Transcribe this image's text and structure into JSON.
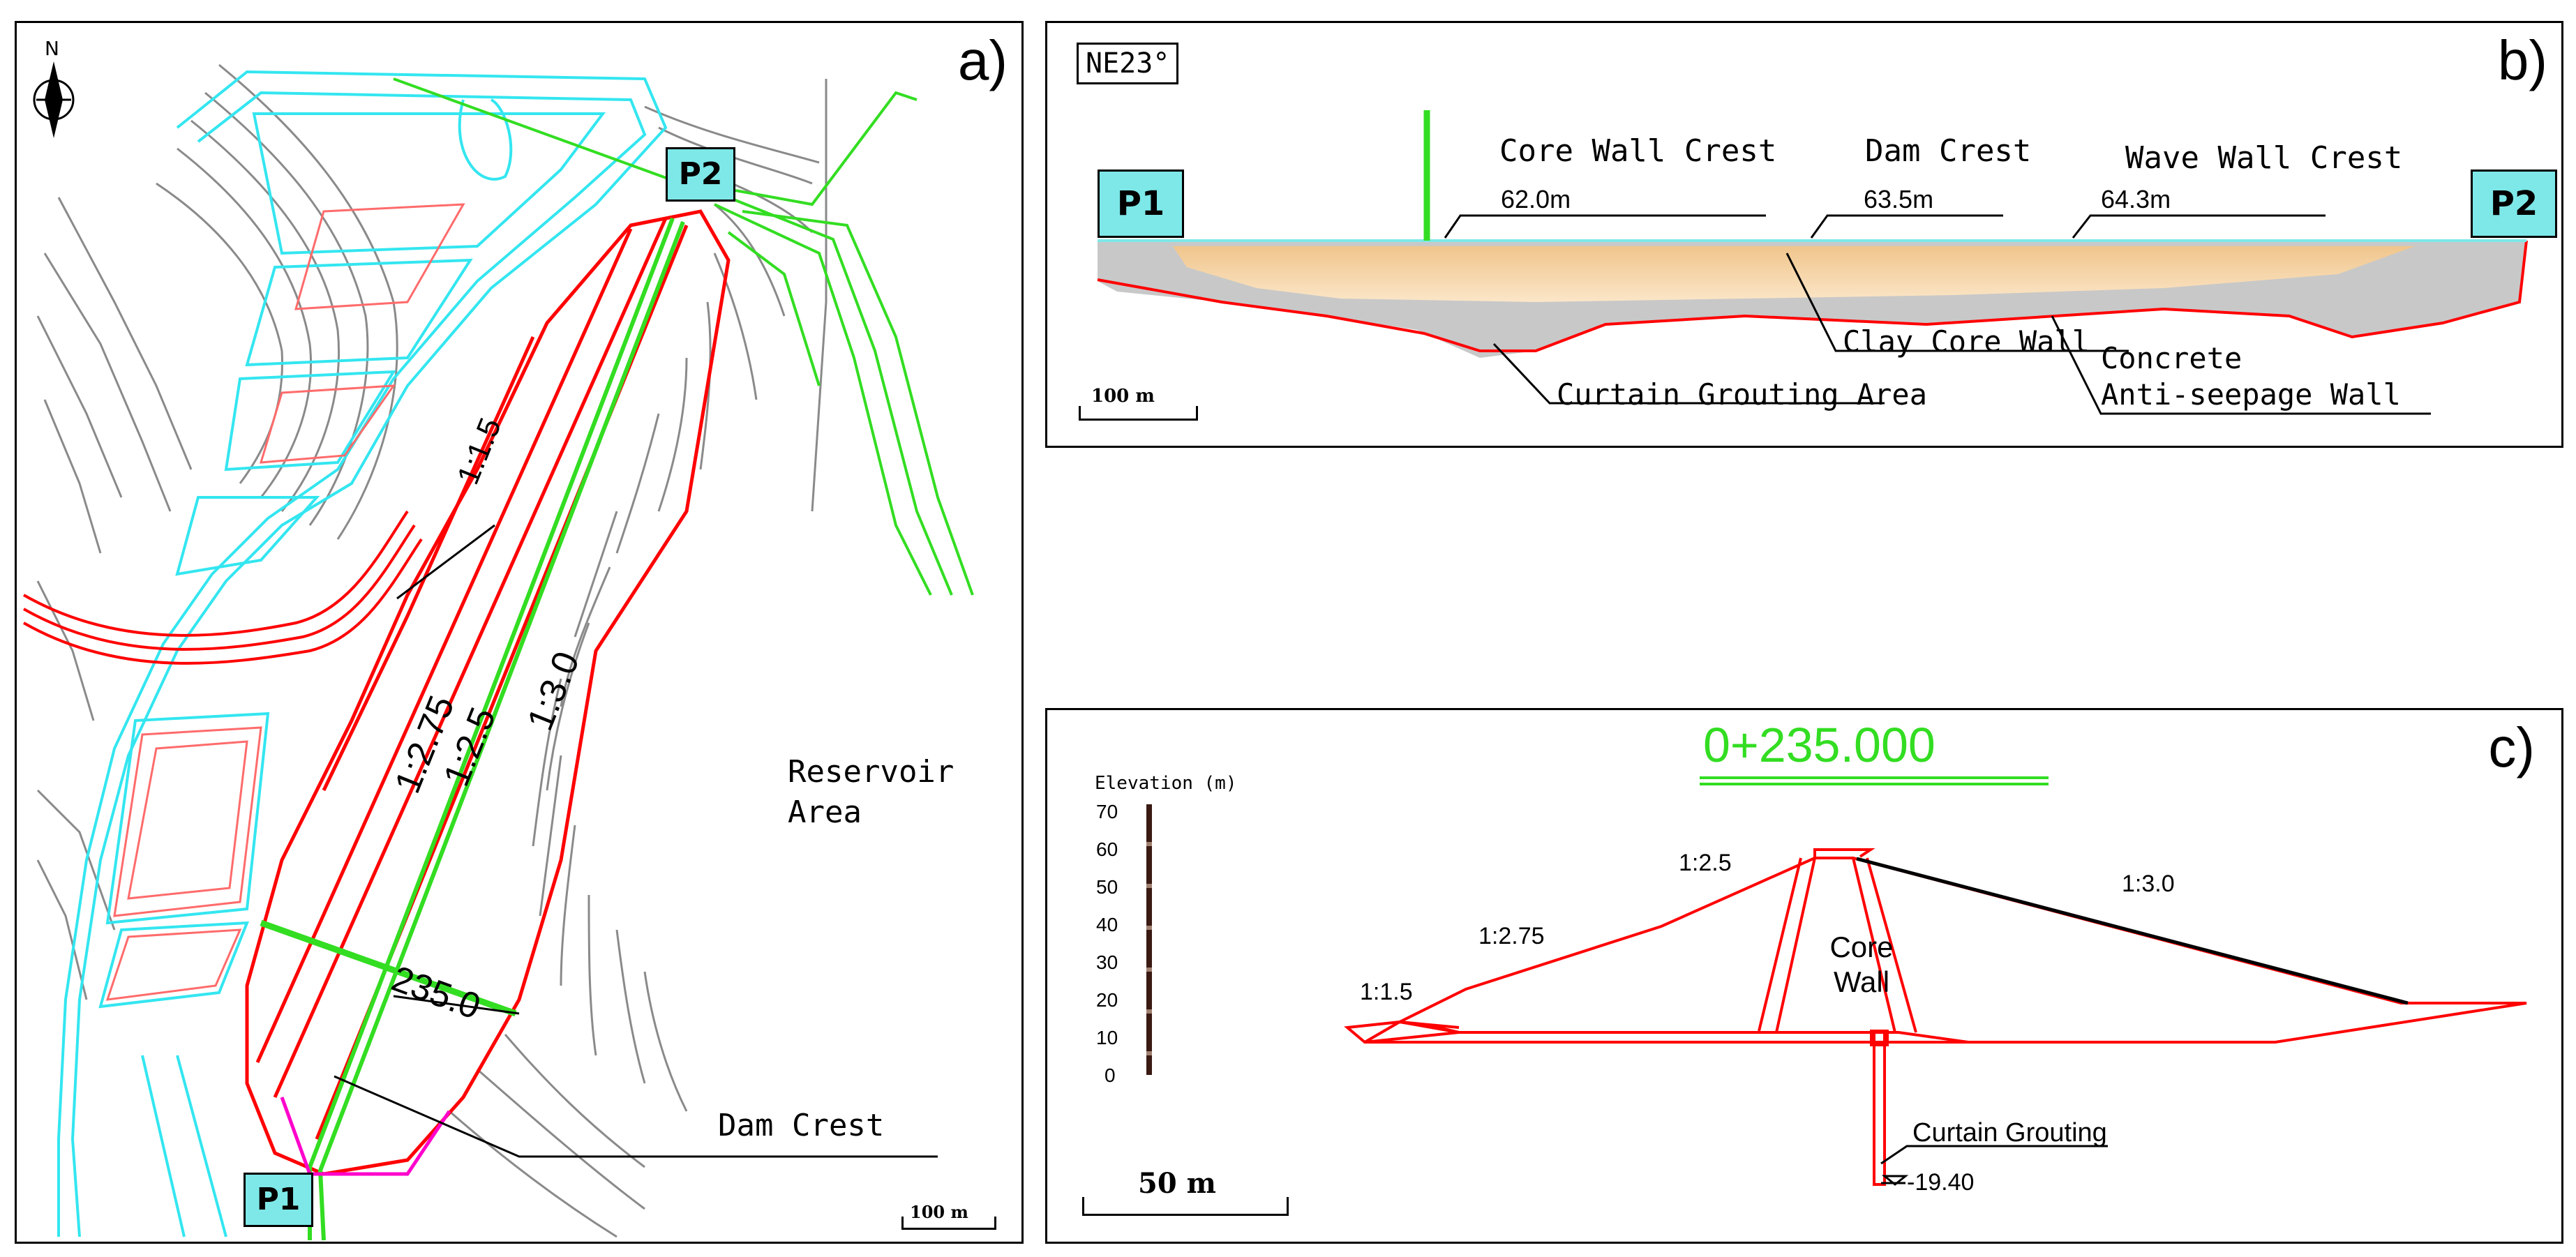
{
  "panel_a": {
    "label": "a)",
    "north": "N",
    "slope_1": "1:1.5",
    "slope_2": "1:2.75",
    "slope_3": "1:2.5",
    "slope_4": "1:3.0",
    "section_value": "235.0",
    "reservoir_line1": "Reservoir",
    "reservoir_line2": "Area",
    "dam_crest": "Dam Crest",
    "p1": "P1",
    "p2": "P2",
    "scale": "100 m"
  },
  "panel_b": {
    "label": "b)",
    "orientation": "NE23°",
    "p1": "P1",
    "p2": "P2",
    "core_wall_crest": "Core Wall Crest",
    "dam_crest": "Dam Crest",
    "wave_wall_crest": "Wave Wall Crest",
    "elev_core": "62.0m",
    "elev_dam": "63.5m",
    "elev_wave": "64.3m",
    "clay_core": "Clay Core Wall",
    "concrete_line1": "Concrete",
    "concrete_line2": "Anti-seepage Wall",
    "curtain": "Curtain Grouting Area",
    "scale": "100 m"
  },
  "panel_c": {
    "label": "c)",
    "station": "0+235.000",
    "elevation_title": "Elevation (m)",
    "ticks": [
      "70",
      "60",
      "50",
      "40",
      "30",
      "20",
      "10",
      "0"
    ],
    "slope_15": "1:1.5",
    "slope_275": "1:2.75",
    "slope_25": "1:2.5",
    "slope_30": "1:3.0",
    "core_line1": "Core",
    "core_line2": "Wall",
    "curtain": "Curtain Grouting",
    "bottom_elev": "-19.40",
    "scale": "50 m"
  },
  "colors": {
    "cyan": "#33e6f0",
    "red": "#ff0000",
    "green": "#33dd22",
    "gray": "#8a8a8a",
    "label_bg": "#7ee8e8",
    "magenta": "#ff00cc",
    "sand": "#f2c690"
  }
}
